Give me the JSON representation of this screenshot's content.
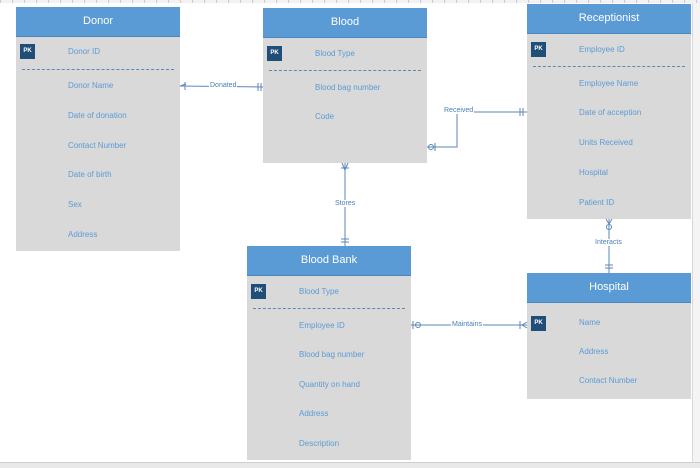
{
  "entities": {
    "donor": {
      "title": "Donor",
      "pk_badge": "PK",
      "pk_attribute": "Donor ID",
      "attributes": [
        "Donor Name",
        "Date of donation",
        "Contact Number",
        "Date of birth",
        "Sex",
        "Address"
      ]
    },
    "blood": {
      "title": "Blood",
      "pk_badge": "PK",
      "pk_attribute": "Blood Type",
      "attributes": [
        "Blood bag number",
        "Code"
      ]
    },
    "receptionist": {
      "title": "Receptionist",
      "pk_badge": "PK",
      "pk_attribute": "Employee ID",
      "attributes": [
        "Employee Name",
        "Date of acception",
        "Units Received",
        "Hospital",
        "Patient ID"
      ]
    },
    "blood_bank": {
      "title": "Blood Bank",
      "pk_badge": "PK",
      "pk_attribute": "Blood Type",
      "attributes": [
        "Employee ID",
        "Blood bag number",
        "Quantity on hand",
        "Address",
        "Description"
      ]
    },
    "hospital": {
      "title": "Hospital",
      "pk_badge": "PK",
      "pk_attribute": "Name",
      "attributes": [
        "Address",
        "Contact Number"
      ]
    }
  },
  "relationships": {
    "donated": "Donated",
    "received": "Received",
    "stores": "Stores",
    "interacts": "Interacts",
    "maintains": "Maintains"
  },
  "colors": {
    "header": "#5b9bd5",
    "body": "#d9d9d9",
    "pk_badge": "#1f4e79",
    "attribute_text": "#5b9bd5",
    "connector": "#5b87b9"
  }
}
